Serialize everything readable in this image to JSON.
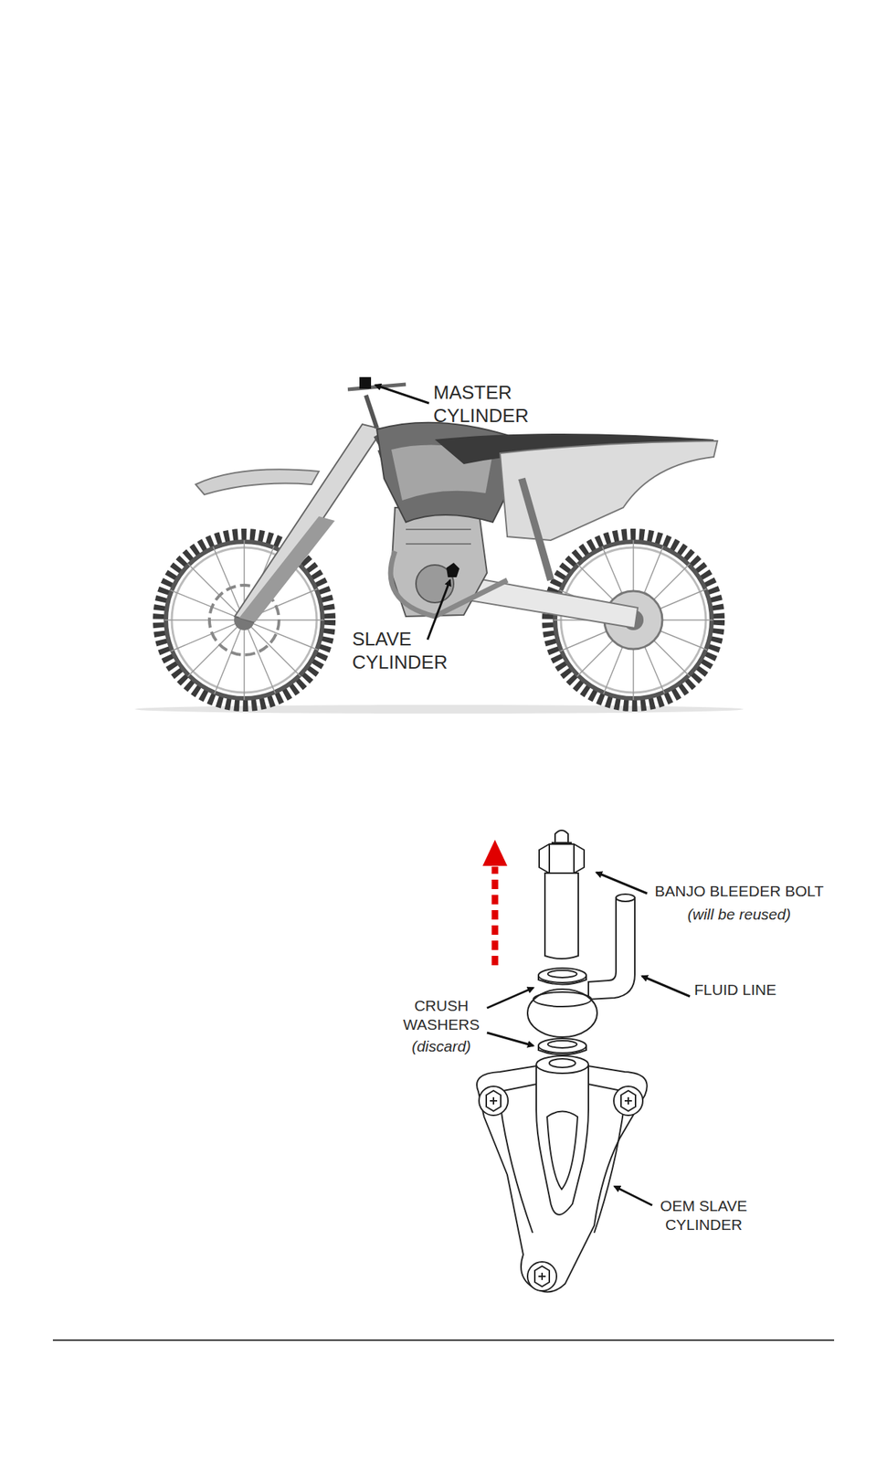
{
  "diagram": {
    "labels": [
      "MASTER CYLINDER",
      "SLAVE CYLINDER",
      "BANJO BLEEDER BOLT",
      "(will be reused)",
      "FLUID LINE",
      "CRUSH WASHERS",
      "(discard)",
      "OEM SLAVE CYLINDER"
    ]
  }
}
